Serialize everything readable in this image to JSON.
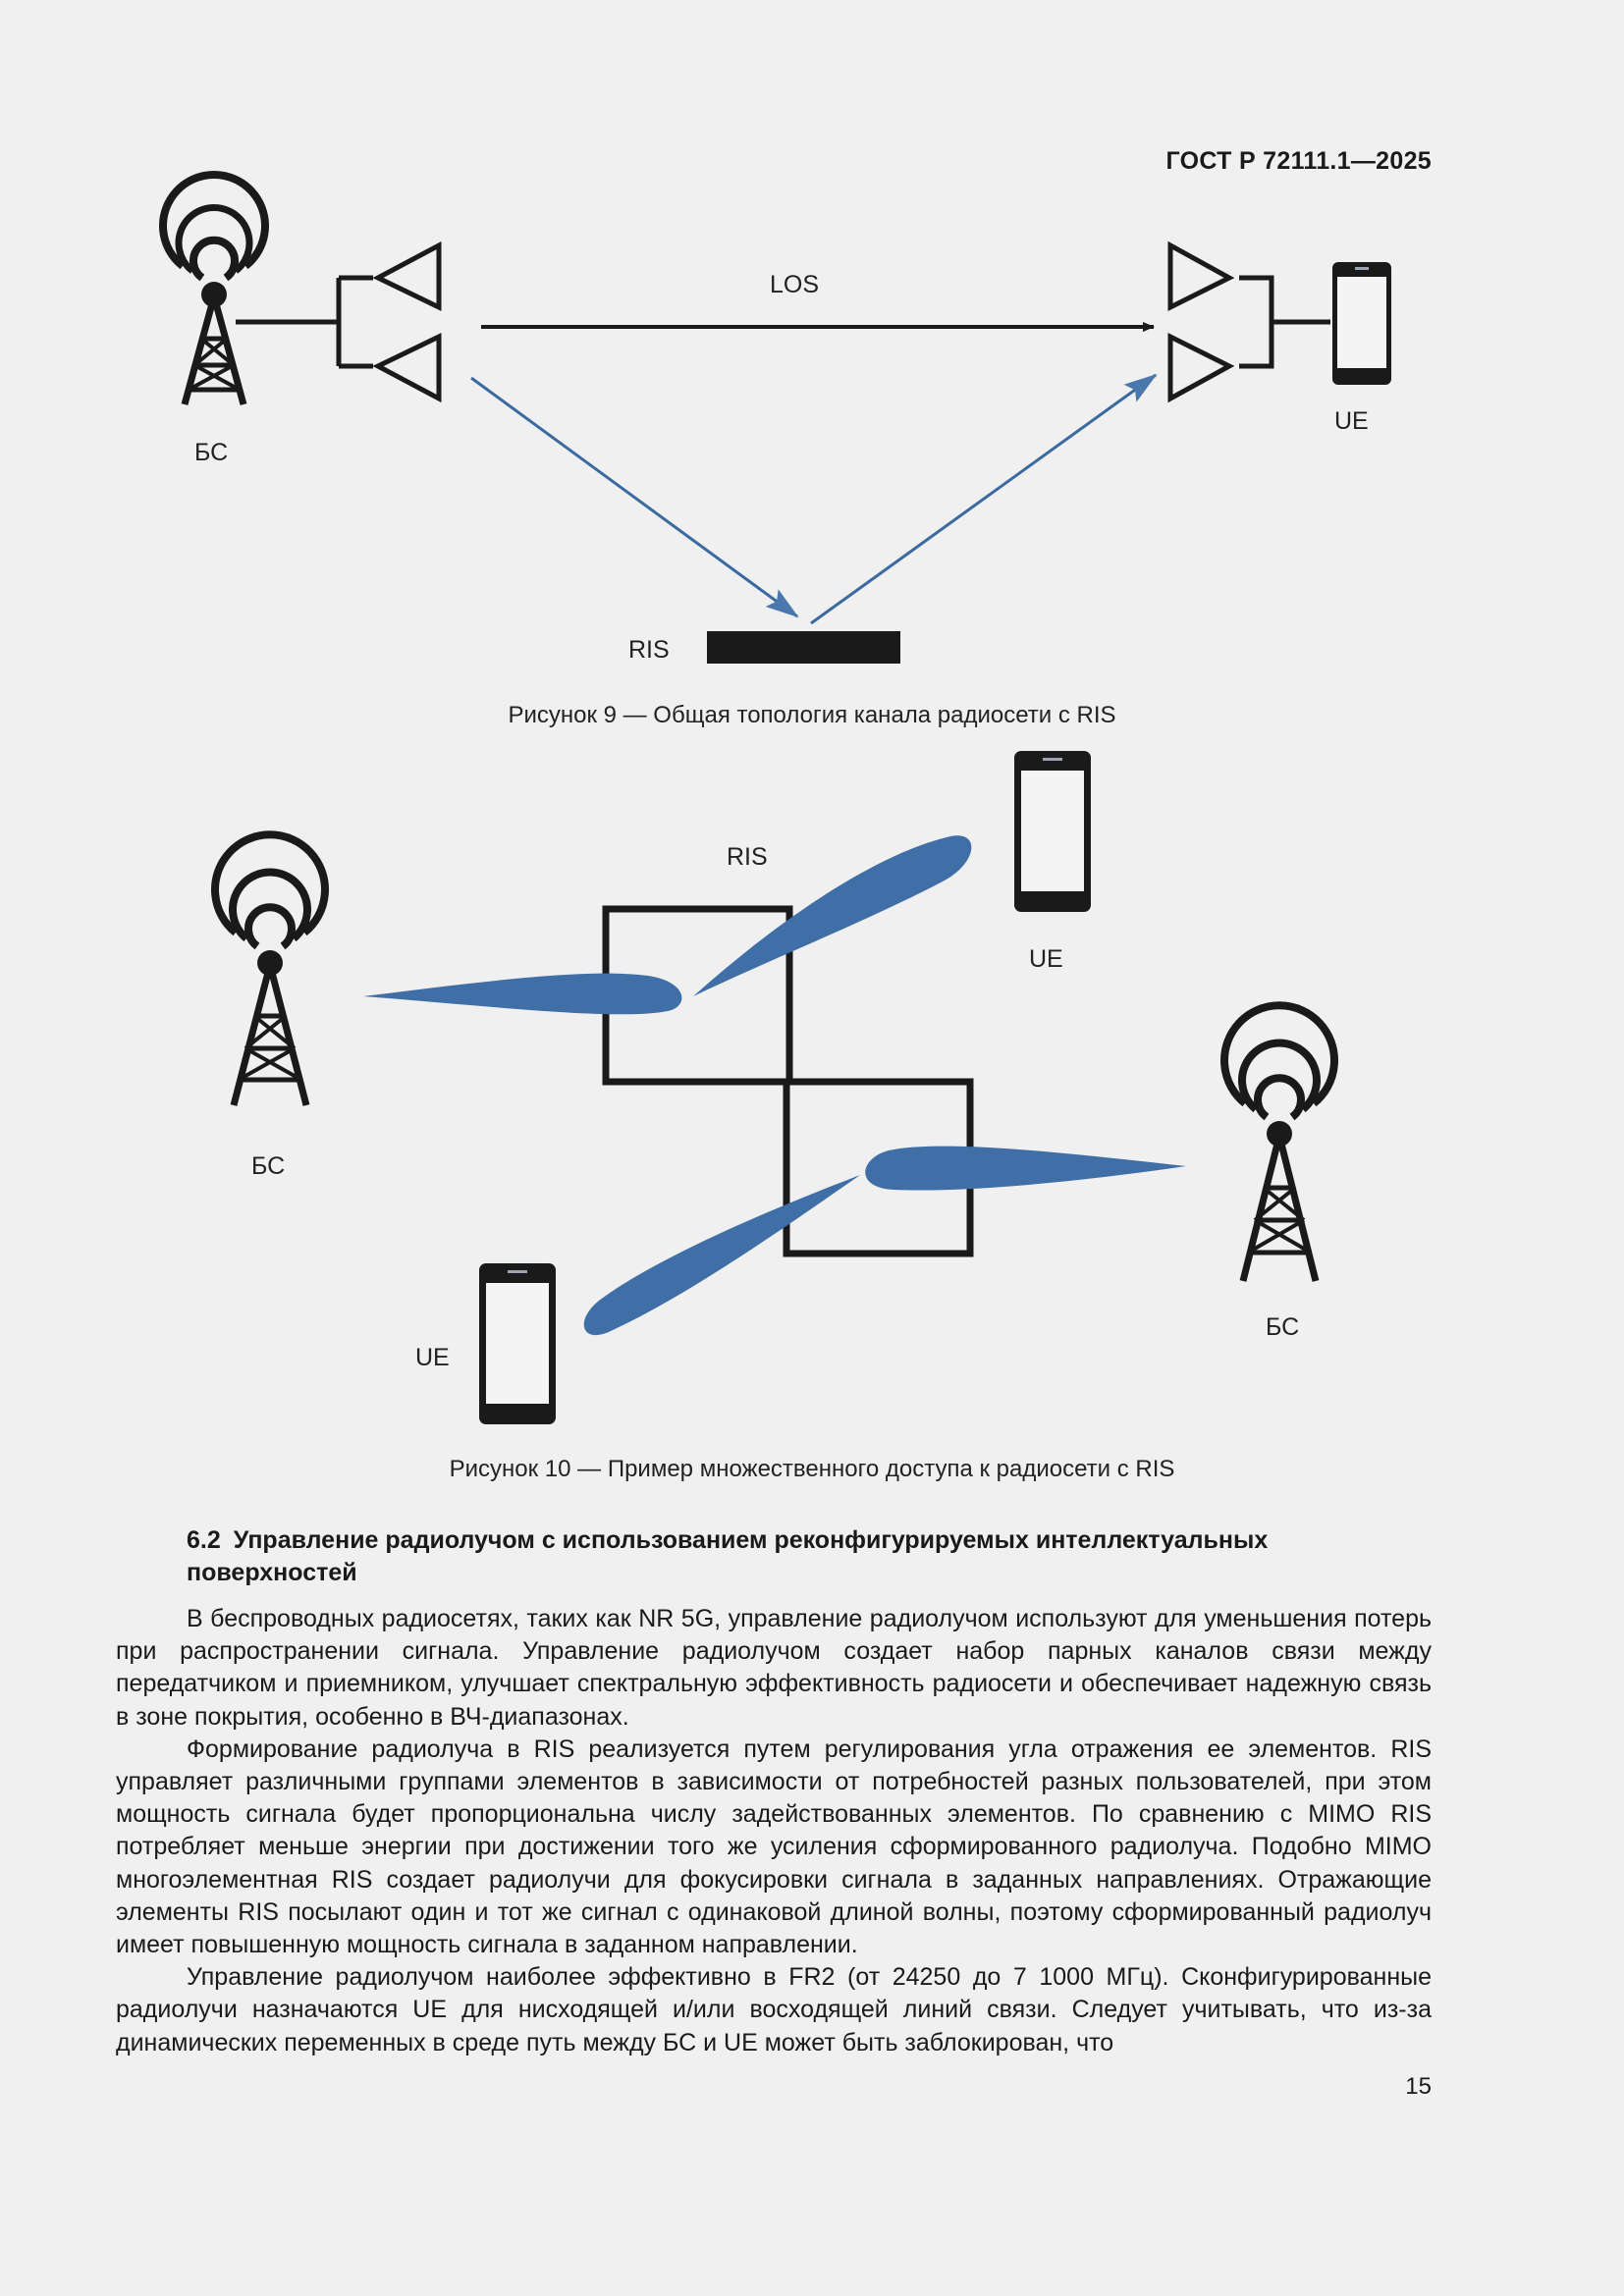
{
  "header": {
    "doc_code": "ГОСТ Р 72111.1—2025"
  },
  "figure9": {
    "label_bs": "БС",
    "label_ue": "UE",
    "label_los": "LOS",
    "label_ris": "RIS",
    "caption": "Рисунок 9 — Общая топология канала радиосети с RIS"
  },
  "figure10": {
    "label_ris": "RIS",
    "label_ue_top": "UE",
    "label_bs_left": "БС",
    "label_bs_right": "БС",
    "label_ue_bottom": "UE",
    "caption": "Рисунок 10 — Пример множественного доступа к радиосети с RIS"
  },
  "section": {
    "number": "6.2",
    "title": "Управление радиолучом с использованием реконфигурируемых интеллектуальных поверхностей"
  },
  "paragraphs": [
    "В беспроводных радиосетях, таких как NR 5G, управление радиолучом используют для уменьшения потерь при распространении сигнала. Управление радиолучом создает набор парных каналов связи между передатчиком и приемником, улучшает спектральную эффективность радиосети и обеспечивает надежную связь в зоне покрытия, особенно в ВЧ-диапазонах.",
    "Формирование радиолуча в RIS реализуется путем регулирования угла отражения ее элементов. RIS управляет различными группами элементов в зависимости от потребностей разных пользователей, при этом мощность сигнала будет пропорциональна числу задействованных элементов. По сравнению с MIMO RIS потребляет меньше энергии при достижении того же усиления сформированного радиолуча. Подобно MIMO многоэлементная RIS создает радиолучи для фокусировки сигнала в заданных направлениях. Отражающие элементы RIS посылают один и тот же сигнал с одинаковой длиной волны, поэтому сформированный радиолуч имеет повышенную мощность сигнала в заданном направлении.",
    "Управление радиолучом наиболее эффективно в FR2 (от 24250 до 7 1000 МГц). Сконфигурированные радиолучи назначаются UE для нисходящей и/или восходящей линий связи. Следует учитывать, что из-за динамических переменных в среде путь между БС и UE может быть заблокирован, что"
  ],
  "page_number": "15",
  "colors": {
    "beam": "#3f6fa6",
    "arrow": "#3a6aa0",
    "ink": "#1a1a1a"
  },
  "icons": [
    "cell-tower-icon",
    "antenna-icon",
    "smartphone-icon",
    "ris-panel-icon",
    "beam-lobe-icon"
  ]
}
